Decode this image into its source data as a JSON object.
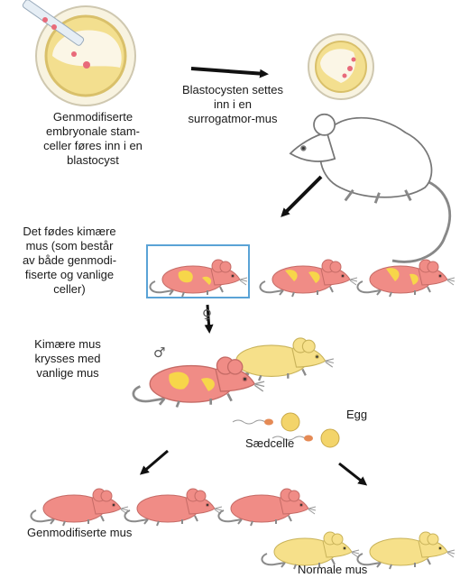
{
  "labels": {
    "step1": [
      "Genmodifiserte",
      "embryonale stam-",
      "celler føres inn i en",
      "blastocyst"
    ],
    "step2": [
      "Blastocysten settes",
      "inn i en",
      "surrogatmor-mus"
    ],
    "step3": [
      "Det fødes kimære",
      "mus (som består",
      "av både genmodi-",
      "fiserte og vanlige",
      "celler)"
    ],
    "step4": [
      "Kimære mus",
      "krysses med",
      "vanlige mus"
    ],
    "egg": "Egg",
    "sperm": "Sædcelle",
    "gm_mice": "Genmodifiserte mus",
    "normal_mice": "Normale mus"
  },
  "symbols": {
    "male": "♂",
    "female": "♀"
  },
  "colors": {
    "pink_mouse": "#f08c86",
    "yellow_mouse": "#f6e08a",
    "patch": "#f7d64a",
    "highlight_box": "#5aa3d6",
    "arrow": "#111111"
  }
}
